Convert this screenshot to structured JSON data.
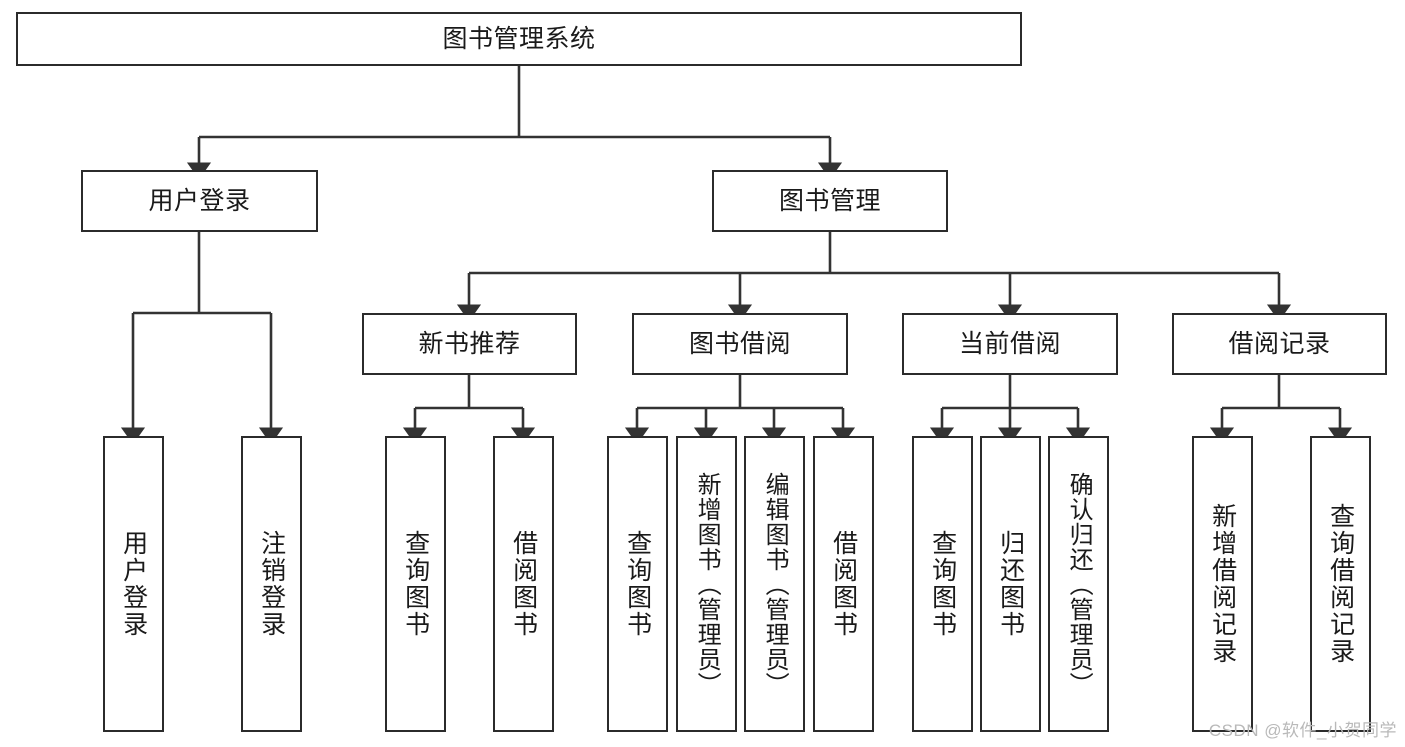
{
  "diagram": {
    "kind": "tree-structure-chart",
    "title": "图书管理系统",
    "watermark": "CSDN @软件_小贺同学",
    "colors": {
      "stroke": "#2b2b2b",
      "edge": "#333333",
      "fill": "#ffffff",
      "text": "#1a1a1a",
      "watermark": "#b9b9b9"
    },
    "levels": {
      "root": {
        "label": "图书管理系统"
      },
      "level2": [
        {
          "id": "user-login",
          "label": "用户登录"
        },
        {
          "id": "book-management",
          "label": "图书管理"
        }
      ],
      "level3": [
        {
          "id": "new-book-recommend",
          "label": "新书推荐"
        },
        {
          "id": "book-borrow",
          "label": "图书借阅"
        },
        {
          "id": "current-borrow",
          "label": "当前借阅"
        },
        {
          "id": "borrow-record",
          "label": "借阅记录"
        }
      ],
      "leaves": {
        "user-login": [
          {
            "id": "leaf-user-login",
            "label": "用户登录"
          },
          {
            "id": "leaf-logout-login",
            "label": "注销登录"
          }
        ],
        "new-book-recommend": [
          {
            "id": "leaf-query-book-1",
            "label": "查询图书"
          },
          {
            "id": "leaf-borrow-book-1",
            "label": "借阅图书"
          }
        ],
        "book-borrow": [
          {
            "id": "leaf-query-book-2",
            "label": "查询图书"
          },
          {
            "id": "leaf-add-book-admin",
            "label": "新增图书（管理员）"
          },
          {
            "id": "leaf-edit-book-admin",
            "label": "编辑图书（管理员）"
          },
          {
            "id": "leaf-borrow-book-2",
            "label": "借阅图书"
          }
        ],
        "current-borrow": [
          {
            "id": "leaf-query-book-3",
            "label": "查询图书"
          },
          {
            "id": "leaf-return-book",
            "label": "归还图书"
          },
          {
            "id": "leaf-confirm-return-admin",
            "label": "确认归还（管理员）"
          }
        ],
        "borrow-record": [
          {
            "id": "leaf-add-borrow-record",
            "label": "新增借阅记录"
          },
          {
            "id": "leaf-query-borrow-record",
            "label": "查询借阅记录"
          }
        ]
      }
    }
  }
}
